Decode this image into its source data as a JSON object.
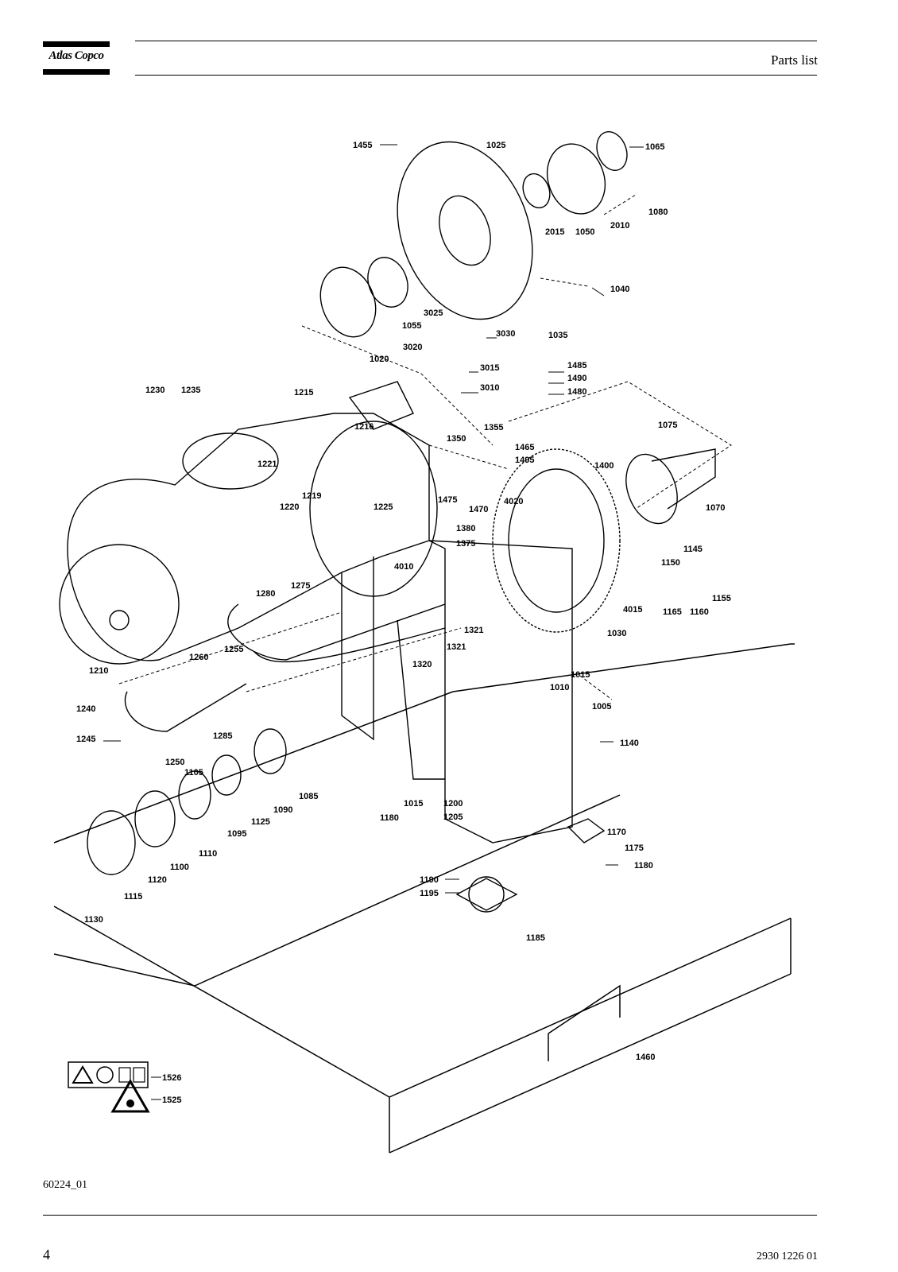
{
  "header": {
    "brand": "Atlas Copco",
    "title": "Parts list"
  },
  "figure": {
    "code": "60224_01"
  },
  "footer": {
    "page_number": "4",
    "document_number": "2930 1226 01"
  },
  "callouts": [
    {
      "id": "c1455",
      "label": "1455"
    },
    {
      "id": "c1025",
      "label": "1025"
    },
    {
      "id": "c1065",
      "label": "1065"
    },
    {
      "id": "c1080",
      "label": "1080"
    },
    {
      "id": "c2015",
      "label": "2015"
    },
    {
      "id": "c1050",
      "label": "1050"
    },
    {
      "id": "c2010",
      "label": "2010"
    },
    {
      "id": "c1040",
      "label": "1040"
    },
    {
      "id": "c1055",
      "label": "1055"
    },
    {
      "id": "c3025",
      "label": "3025"
    },
    {
      "id": "c3030",
      "label": "3030"
    },
    {
      "id": "c1035",
      "label": "1035"
    },
    {
      "id": "c3020",
      "label": "3020"
    },
    {
      "id": "c1020",
      "label": "1020"
    },
    {
      "id": "c3015",
      "label": "3015"
    },
    {
      "id": "c1485",
      "label": "1485"
    },
    {
      "id": "c1490",
      "label": "1490"
    },
    {
      "id": "c1480",
      "label": "1480"
    },
    {
      "id": "c3010",
      "label": "3010"
    },
    {
      "id": "c1230",
      "label": "1230"
    },
    {
      "id": "c1235",
      "label": "1235"
    },
    {
      "id": "c1215",
      "label": "1215"
    },
    {
      "id": "c1216",
      "label": "1216"
    },
    {
      "id": "c1355",
      "label": "1355"
    },
    {
      "id": "c1350",
      "label": "1350"
    },
    {
      "id": "c1075",
      "label": "1075"
    },
    {
      "id": "c1465",
      "label": "1465"
    },
    {
      "id": "c1495",
      "label": "1495"
    },
    {
      "id": "c1221",
      "label": "1221"
    },
    {
      "id": "c1219",
      "label": "1219"
    },
    {
      "id": "c1220",
      "label": "1220"
    },
    {
      "id": "c1225",
      "label": "1225"
    },
    {
      "id": "c1475",
      "label": "1475"
    },
    {
      "id": "c1470",
      "label": "1470"
    },
    {
      "id": "c4020",
      "label": "4020"
    },
    {
      "id": "c1400",
      "label": "1400"
    },
    {
      "id": "c1070",
      "label": "1070"
    },
    {
      "id": "c1380",
      "label": "1380"
    },
    {
      "id": "c1375",
      "label": "1375"
    },
    {
      "id": "c4010",
      "label": "4010"
    },
    {
      "id": "c1145",
      "label": "1145"
    },
    {
      "id": "c1150",
      "label": "1150"
    },
    {
      "id": "c1280",
      "label": "1280"
    },
    {
      "id": "c1275",
      "label": "1275"
    },
    {
      "id": "c1155",
      "label": "1155"
    },
    {
      "id": "c4015",
      "label": "4015"
    },
    {
      "id": "c1165",
      "label": "1165"
    },
    {
      "id": "c1160",
      "label": "1160"
    },
    {
      "id": "c1321a",
      "label": "1321"
    },
    {
      "id": "c1321b",
      "label": "1321"
    },
    {
      "id": "c1030",
      "label": "1030"
    },
    {
      "id": "c1210",
      "label": "1210"
    },
    {
      "id": "c1260",
      "label": "1260"
    },
    {
      "id": "c1255",
      "label": "1255"
    },
    {
      "id": "c1320",
      "label": "1320"
    },
    {
      "id": "c1015a",
      "label": "1015"
    },
    {
      "id": "c1010",
      "label": "1010"
    },
    {
      "id": "c1240",
      "label": "1240"
    },
    {
      "id": "c1005",
      "label": "1005"
    },
    {
      "id": "c1245",
      "label": "1245"
    },
    {
      "id": "c1285",
      "label": "1285"
    },
    {
      "id": "c1140",
      "label": "1140"
    },
    {
      "id": "c1250",
      "label": "1250"
    },
    {
      "id": "c1105",
      "label": "1105"
    },
    {
      "id": "c1085",
      "label": "1085"
    },
    {
      "id": "c1015b",
      "label": "1015"
    },
    {
      "id": "c1090",
      "label": "1090"
    },
    {
      "id": "c1200",
      "label": "1200"
    },
    {
      "id": "c1180a",
      "label": "1180"
    },
    {
      "id": "c1205",
      "label": "1205"
    },
    {
      "id": "c1125",
      "label": "1125"
    },
    {
      "id": "c1095",
      "label": "1095"
    },
    {
      "id": "c1170",
      "label": "1170"
    },
    {
      "id": "c1110",
      "label": "1110"
    },
    {
      "id": "c1175",
      "label": "1175"
    },
    {
      "id": "c1100",
      "label": "1100"
    },
    {
      "id": "c1180b",
      "label": "1180"
    },
    {
      "id": "c1120",
      "label": "1120"
    },
    {
      "id": "c1190",
      "label": "1190"
    },
    {
      "id": "c1115",
      "label": "1115"
    },
    {
      "id": "c1195",
      "label": "1195"
    },
    {
      "id": "c1130",
      "label": "1130"
    },
    {
      "id": "c1185",
      "label": "1185"
    },
    {
      "id": "c1460",
      "label": "1460"
    },
    {
      "id": "c1526",
      "label": "1526"
    },
    {
      "id": "c1525",
      "label": "1525"
    }
  ]
}
